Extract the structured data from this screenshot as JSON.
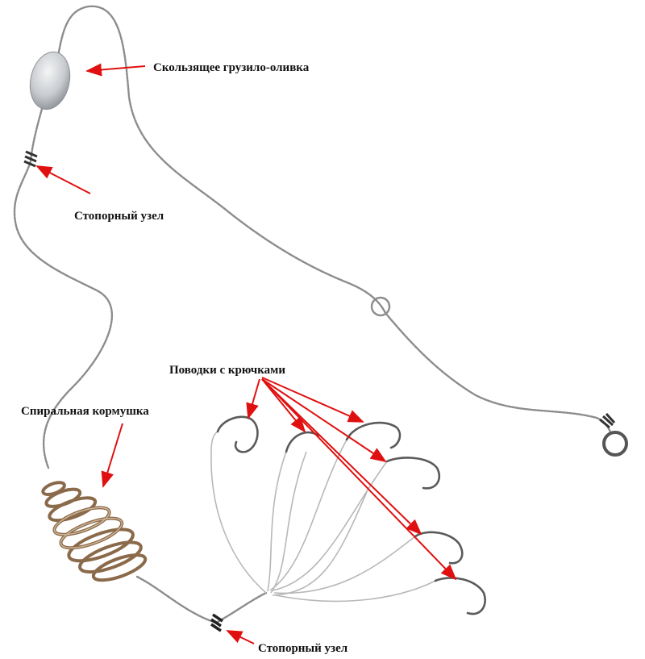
{
  "labels": {
    "sinker": "Скользящее грузило-оливка",
    "stop_knot_top": "Стопорный узел",
    "leaders": "Поводки с крючками",
    "feeder": "Спиральная кормушка",
    "stop_knot_bottom": "Стопорный узел"
  },
  "colors": {
    "arrow": "#e01010",
    "line": "#8c8c8c",
    "sinker": "#c9ccd0",
    "feeder": "#8a6a4a"
  }
}
